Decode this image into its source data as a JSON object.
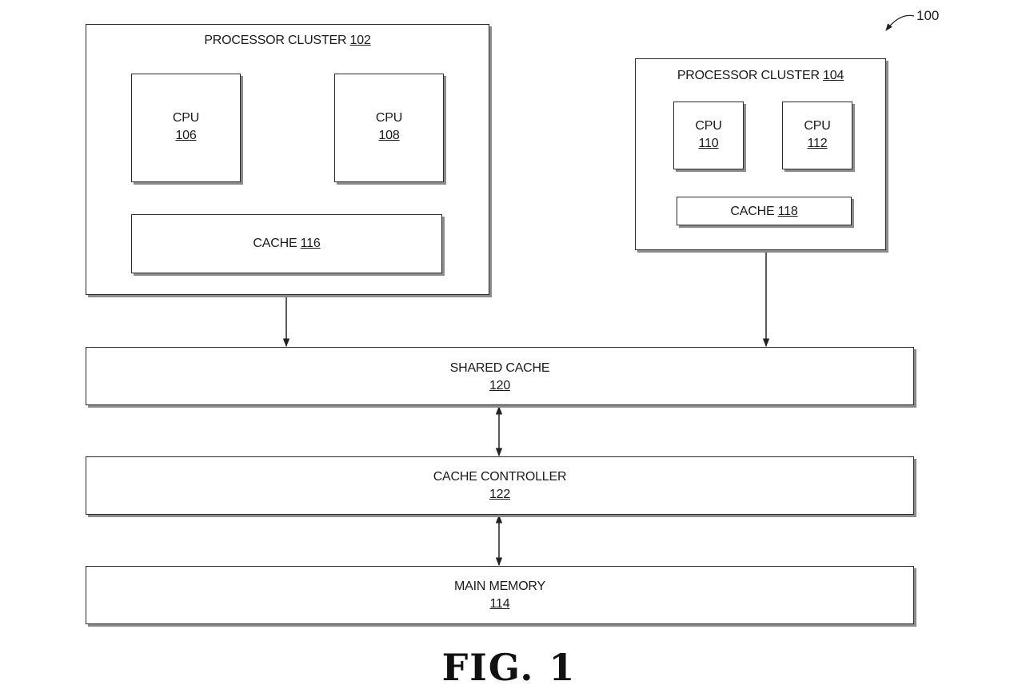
{
  "figure_ref": "100",
  "figure_caption": "FIG. 1",
  "cluster_a": {
    "title": "PROCESSOR CLUSTER",
    "num": "102"
  },
  "cluster_b": {
    "title": "PROCESSOR CLUSTER",
    "num": "104"
  },
  "cpu_106": {
    "title": "CPU",
    "num": "106"
  },
  "cpu_108": {
    "title": "CPU",
    "num": "108"
  },
  "cpu_110": {
    "title": "CPU",
    "num": "110"
  },
  "cpu_112": {
    "title": "CPU",
    "num": "112"
  },
  "cache_116": {
    "title": "CACHE",
    "num": "116"
  },
  "cache_118": {
    "title": "CACHE",
    "num": "118"
  },
  "shared_cache": {
    "title": "SHARED CACHE",
    "num": "120"
  },
  "cache_controller": {
    "title": "CACHE CONTROLLER",
    "num": "122"
  },
  "main_memory": {
    "title": "MAIN MEMORY",
    "num": "114"
  }
}
